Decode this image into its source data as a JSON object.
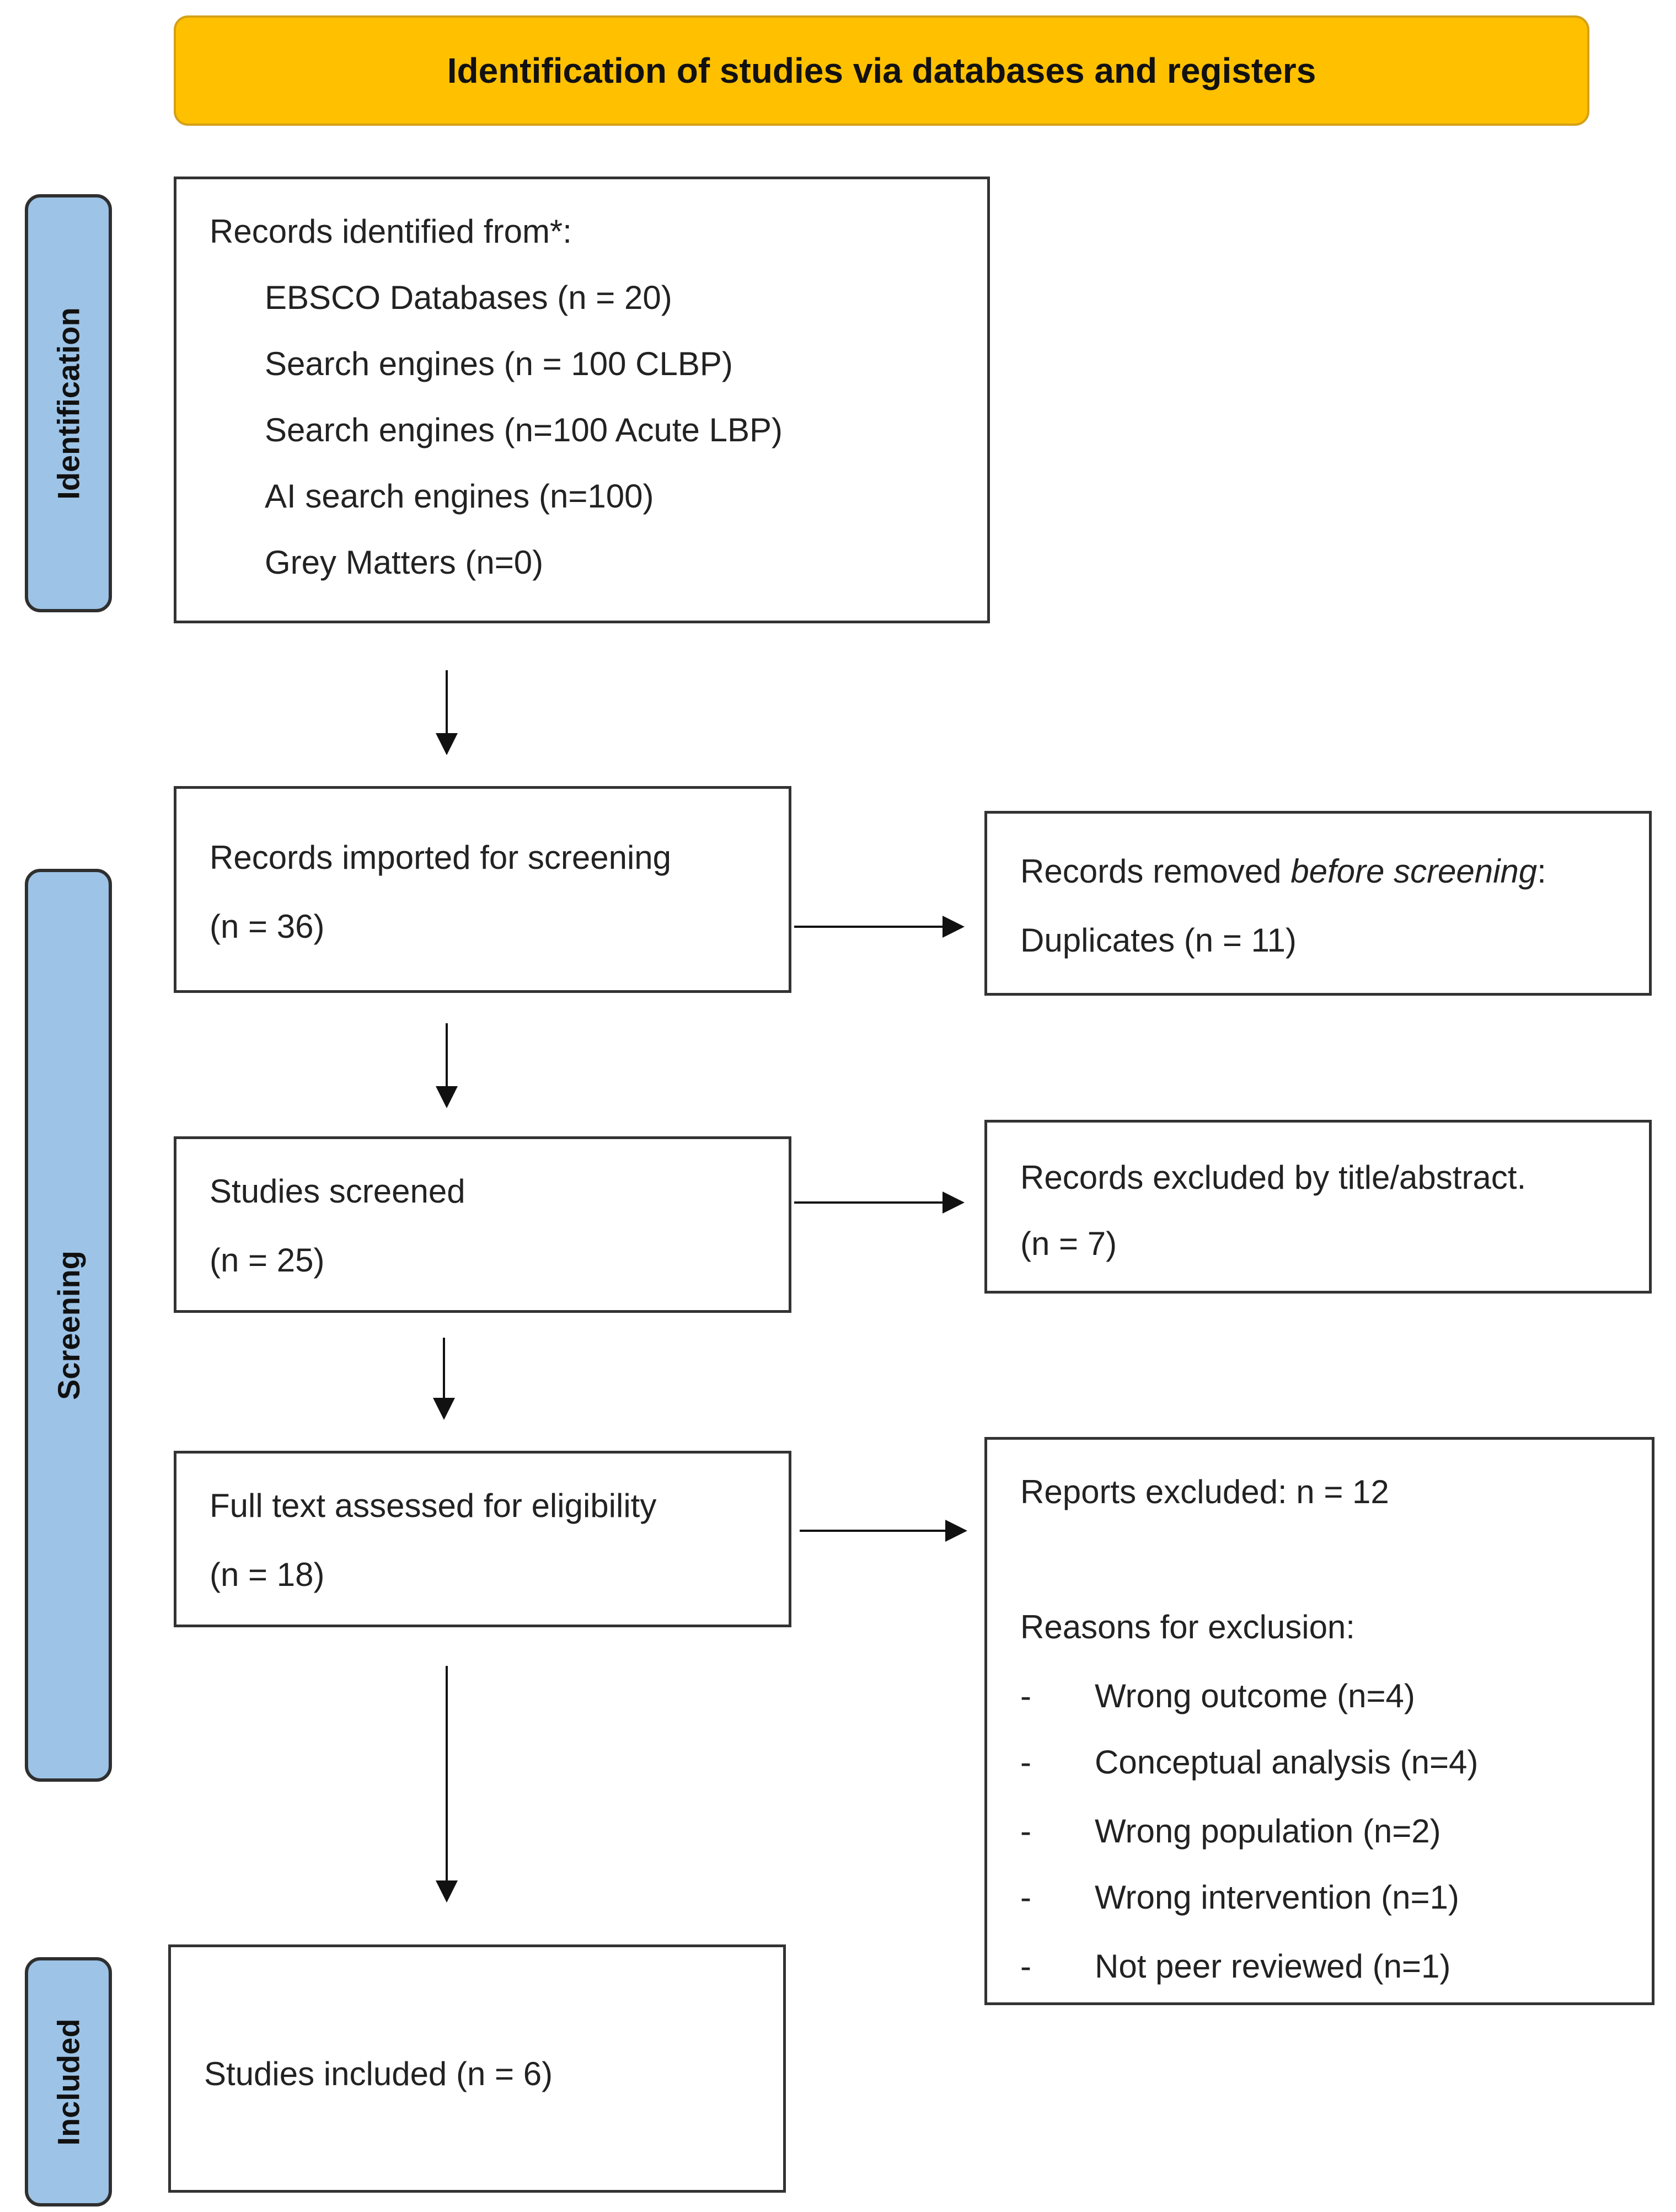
{
  "header": {
    "title": "Identification of studies via databases and registers"
  },
  "phases": {
    "identification": "Identification",
    "screening": "Screening",
    "included": "Included"
  },
  "records_identified": {
    "heading": "Records identified from*:",
    "sources": [
      "EBSCO Databases (n = 20)",
      "Search engines (n = 100 CLBP)",
      "Search engines (n=100 Acute LBP)",
      "AI search engines (n=100)",
      "Grey Matters (n=0)"
    ]
  },
  "records_imported": {
    "label": "Records imported for screening",
    "count": "(n = 36)"
  },
  "records_removed": {
    "label_prefix": "Records removed ",
    "label_italic": "before screening",
    "label_suffix": ":",
    "detail": "Duplicates (n = 11)"
  },
  "studies_screened": {
    "label": "Studies screened",
    "count": "(n = 25)"
  },
  "records_excluded": {
    "label": "Records excluded by title/abstract.",
    "count": "(n = 7)"
  },
  "full_text": {
    "label": "Full text assessed for eligibility",
    "count": "(n = 18)"
  },
  "reports_excluded": {
    "label": "Reports excluded: n = 12",
    "reasons_heading": "Reasons for exclusion:",
    "bullet": "-",
    "reasons": [
      "Wrong outcome (n=4)",
      "Conceptual analysis (n=4)",
      "Wrong population (n=2)",
      "Wrong intervention (n=1)",
      "Not peer reviewed (n=1)"
    ]
  },
  "studies_included": {
    "label": "Studies included (n = 6)"
  }
}
